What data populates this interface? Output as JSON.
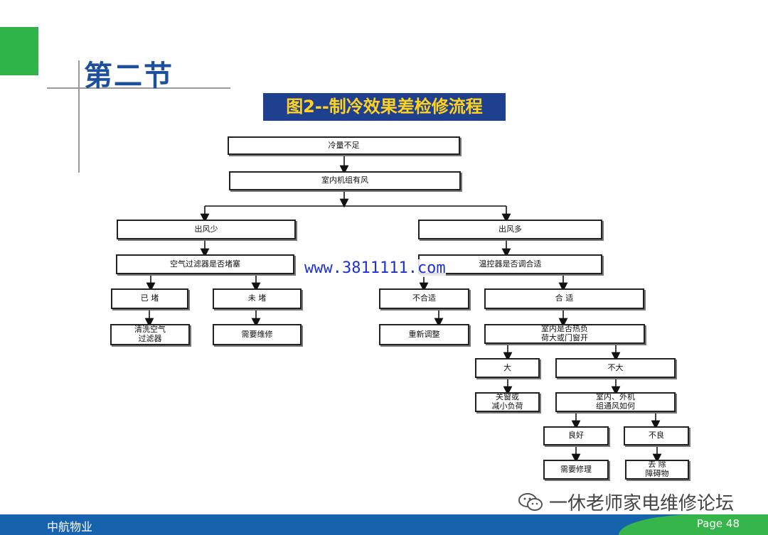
{
  "slide": {
    "section_title": "第二节",
    "figure_title": "图2--制冷效果差检修流程",
    "footer_left": "中航物业",
    "footer_right": "Page 48"
  },
  "watermark": {
    "url": "www.3811111.com",
    "account": "一休老师家电维修论坛"
  },
  "colors": {
    "section_title": "#1d4f9c",
    "figure_title_bg": "#1f3f8f",
    "figure_title_text": "#ffd21f",
    "footer_blue": "#1762ad",
    "footer_green": "#35b54a",
    "url_watermark": "#1f2fd8"
  },
  "flow": {
    "nodes": {
      "n1": "冷量不足",
      "n2": "室内机组有风",
      "n3": "出风少",
      "n4": "出风多",
      "n5": "空气过滤器是否堵塞",
      "n6": "温控器是否调合适",
      "n7": "已 堵",
      "n8": "未 堵",
      "n9": "不合适",
      "n10": "合 适",
      "n11": "清洗空气\n过滤器",
      "n12": "需要维修",
      "n13": "重新调整",
      "n14": "室内是否热负\n荷大或门窗开",
      "n15": "大",
      "n16": "不大",
      "n17": "关窗或\n减小负荷",
      "n18": "室内、外机\n组通风如何",
      "n19": "良好",
      "n20": "不良",
      "n21": "需要修理",
      "n22": "去 除\n障碍物"
    }
  }
}
